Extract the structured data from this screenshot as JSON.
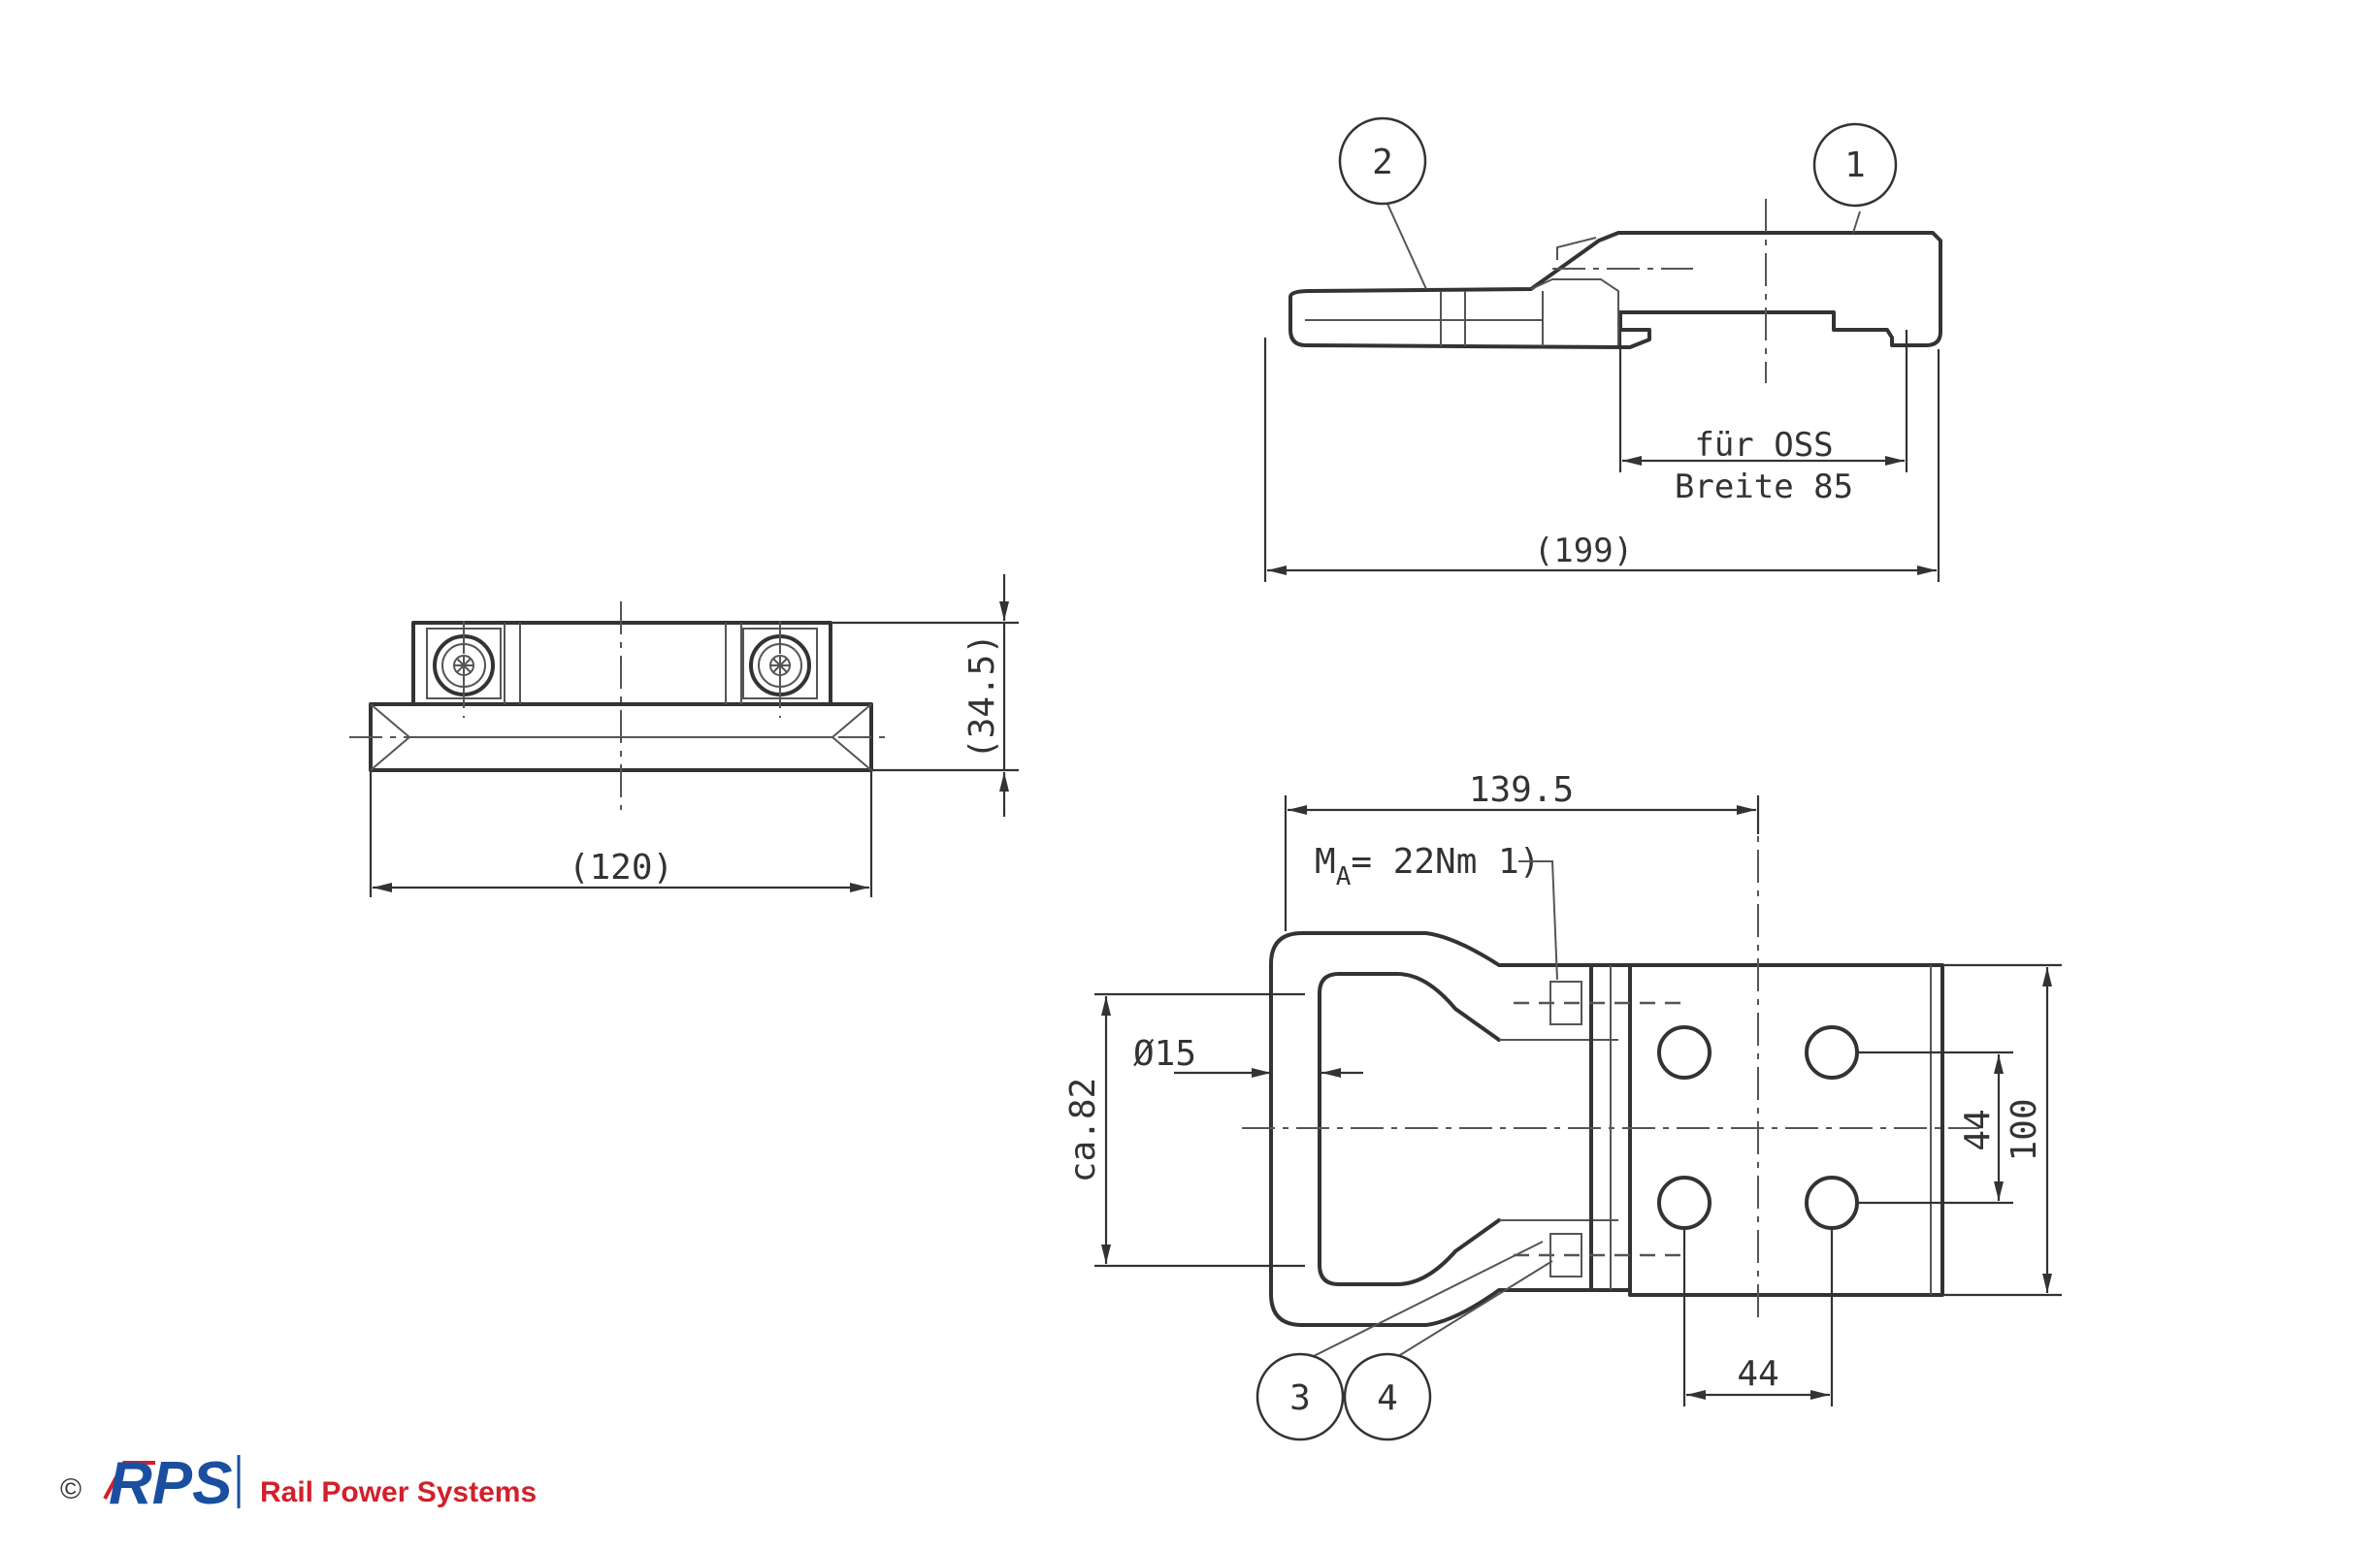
{
  "dimensions": {
    "overall_length": "(199)",
    "oss_label_line1": "für OSS",
    "oss_label_line2": "Breite 85",
    "width_120": "(120)",
    "height_34_5": "(34.5)",
    "length_139_5": "139.5",
    "torque_prefix": "M",
    "torque_sub": "A",
    "torque_value": "= 22Nm 1)",
    "diameter": "Ø15",
    "approx_82": "ca.82",
    "hole_pitch_vertical": "44",
    "total_width_100": "100",
    "hole_pitch_horizontal": "44"
  },
  "callouts": [
    "1",
    "2",
    "3",
    "4"
  ],
  "footer": {
    "copyright": "©",
    "logo_letters": "RPS",
    "company_name": "Rail Power Systems"
  },
  "colors": {
    "line": "#333333",
    "logo_blue": "#1a4fa0",
    "logo_red": "#d2202a"
  }
}
